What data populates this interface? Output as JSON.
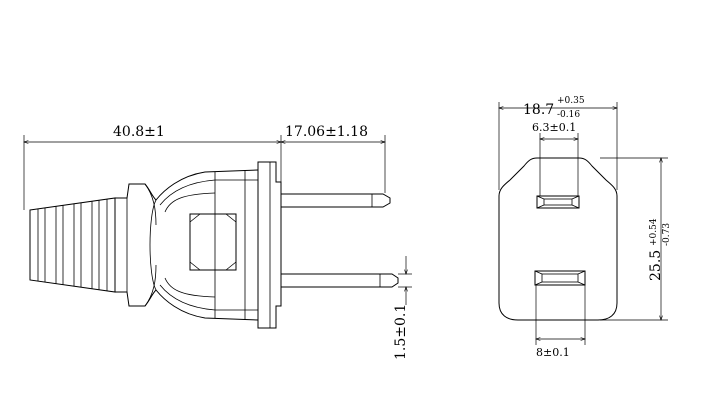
{
  "side_view": {
    "overall_length": "40.8±1",
    "pin_length": "17.06±1.18",
    "pin_thickness": "1.5±0.1"
  },
  "front_view": {
    "width_nominal": "18.7",
    "width_tol_plus": "+0.35",
    "width_tol_minus": "-0.16",
    "small_slot_width": "6.3±0.1",
    "large_slot_width": "8±0.1",
    "height_nominal": "25.5",
    "height_tol_plus": "+0.54",
    "height_tol_minus": "-0.73"
  }
}
